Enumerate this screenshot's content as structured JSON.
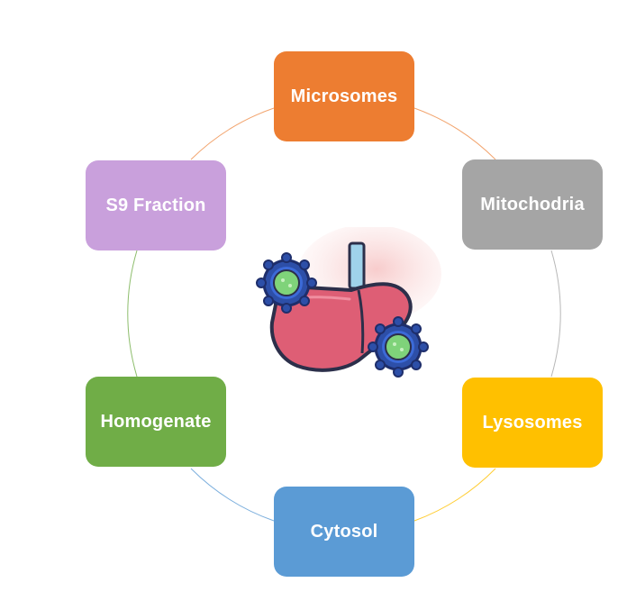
{
  "diagram": {
    "center_icon": "liver-with-virus-icon",
    "nodes": [
      {
        "id": "microsomes",
        "label": "Microsomes",
        "color": "#ED7D31"
      },
      {
        "id": "mitochondria",
        "label": "Mitochodria",
        "color": "#A5A5A5"
      },
      {
        "id": "lysosomes",
        "label": "Lysosomes",
        "color": "#FFC000"
      },
      {
        "id": "cytosol",
        "label": "Cytosol",
        "color": "#5B9BD5"
      },
      {
        "id": "homogenate",
        "label": "Homogenate",
        "color": "#70AD47"
      },
      {
        "id": "s9",
        "label": "S9 Fraction",
        "color": "#C9A0DC"
      }
    ]
  }
}
